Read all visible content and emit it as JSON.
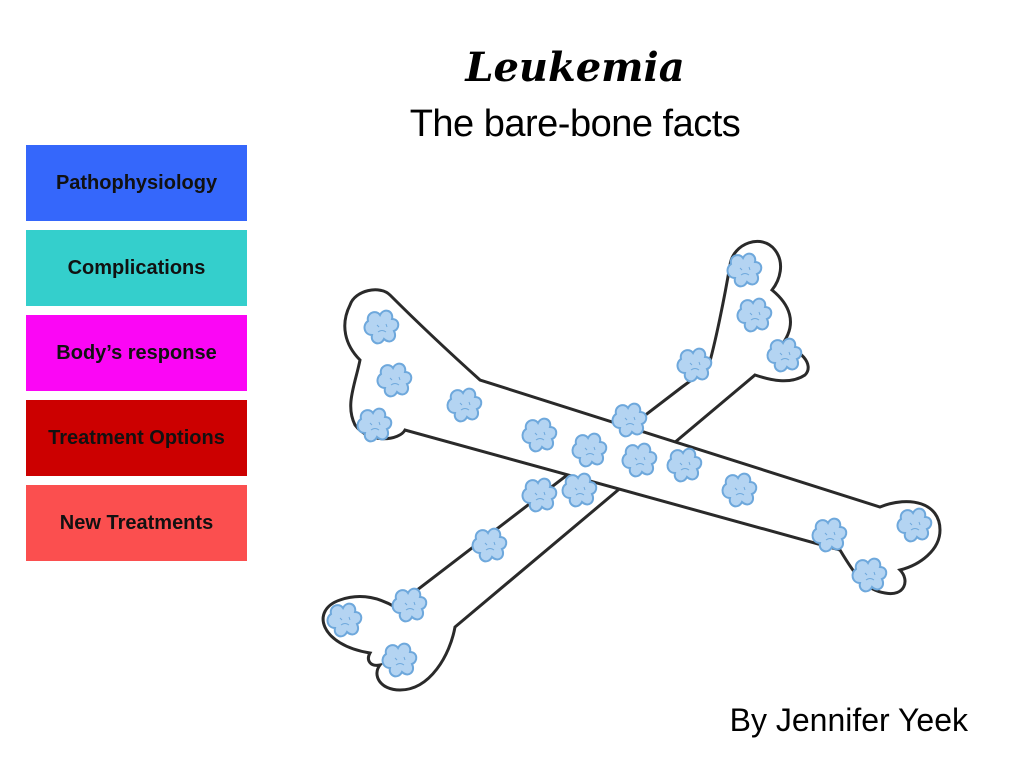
{
  "slide": {
    "title": "Leukemia",
    "subtitle": "The bare-bone facts",
    "author": "By Jennifer Yeek"
  },
  "nav": {
    "items": [
      {
        "label": "Pathophysiology",
        "color": "#3567fb"
      },
      {
        "label": "Complications",
        "color": "#34cfcc"
      },
      {
        "label": "Body’s response",
        "color": "#fb06f5"
      },
      {
        "label": "Treatment Options",
        "color": "#cc0000"
      },
      {
        "label": "New Treatments",
        "color": "#fb4f4f"
      }
    ]
  },
  "illustration": {
    "subject": "crossed-bones",
    "bone_outline_color": "#2a2a2a",
    "cell_fill_color": "#b4d4f2",
    "cell_stroke_color": "#6ea8dc"
  }
}
